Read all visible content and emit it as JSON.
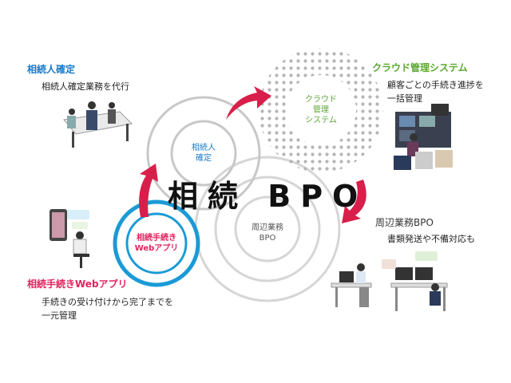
{
  "title": "相続 BPO",
  "circles": {
    "heir": [
      "相続人",
      "確定"
    ],
    "cloud": [
      "クラウド",
      "管理",
      "システム"
    ],
    "peripheral": [
      "周辺業務",
      "BPO"
    ],
    "webapp": [
      "相続手続き",
      "Webアプリ"
    ]
  },
  "sections": {
    "heir": {
      "heading": "相続人確定",
      "desc": "相続人確定業務を代行"
    },
    "cloud": {
      "heading": "クラウド管理システム",
      "desc": [
        "顧客ごとの手続き進捗を",
        "一括管理"
      ]
    },
    "peripheral": {
      "heading": "周辺業務BPO",
      "desc": "書類発送や不備対応も"
    },
    "webapp": {
      "heading": "相続手続きWebアプリ",
      "desc": [
        "手続きの受け付けから完了までを",
        "一元管理"
      ]
    }
  },
  "colors": {
    "blue": "#1a7ac8",
    "green": "#5aa832",
    "red": "#e0245e",
    "arrow": "#d81e4a",
    "ring": "#c8c8c8",
    "webring": "#1a9ad6"
  }
}
